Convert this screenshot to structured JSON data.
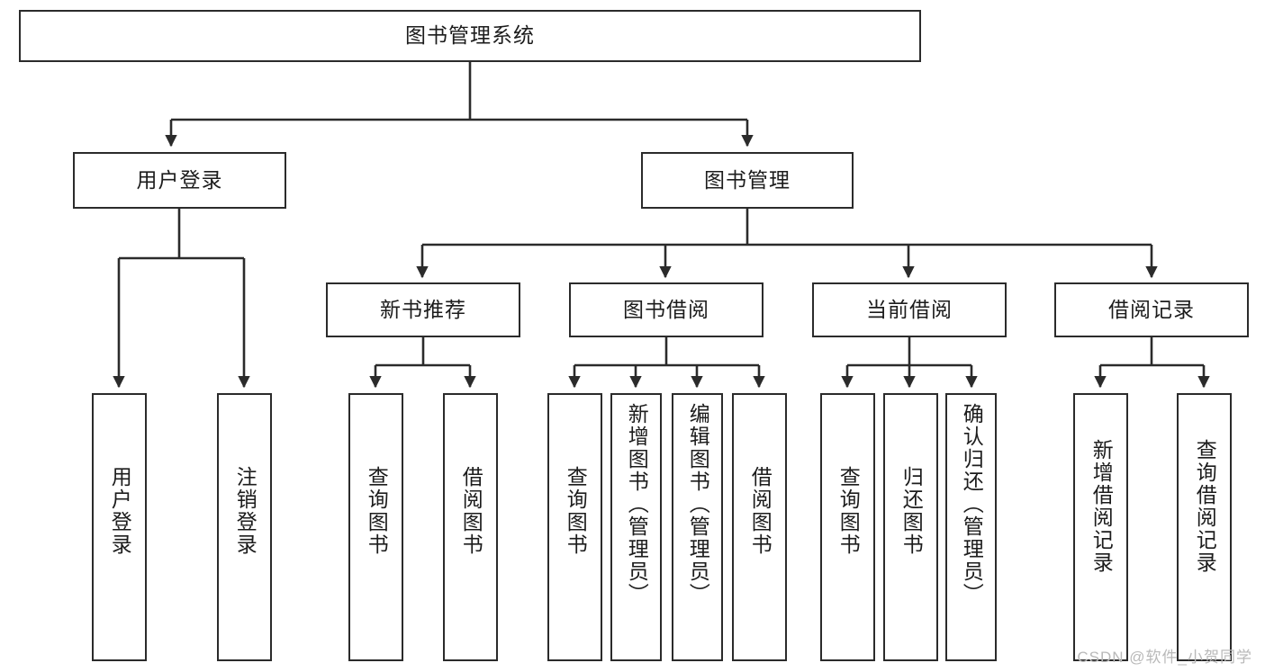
{
  "diagram": {
    "title": "图书管理系统",
    "type": "tree",
    "orientation": "top-down",
    "watermark": "CSDN @软件_小贺同学",
    "colors": {
      "box_border": "#2b2b2b",
      "box_fill": "#ffffff",
      "edge": "#2b2b2b",
      "text": "#1c1c1c",
      "watermark": "#b9b9b9",
      "background": "#ffffff"
    },
    "root": {
      "label": "图书管理系统"
    },
    "level2": [
      {
        "label": "用户登录"
      },
      {
        "label": "图书管理"
      }
    ],
    "level3": [
      {
        "label": "新书推荐"
      },
      {
        "label": "图书借阅"
      },
      {
        "label": "当前借阅"
      },
      {
        "label": "借阅记录"
      }
    ],
    "leaves": {
      "user_login": [
        {
          "label": "用户登录"
        },
        {
          "label": "注销登录"
        }
      ],
      "new_book": [
        {
          "label": "查询图书"
        },
        {
          "label": "借阅图书"
        }
      ],
      "book_borrow": [
        {
          "label": "查询图书"
        },
        {
          "label": "新增图书（管理员）"
        },
        {
          "label": "编辑图书（管理员）"
        },
        {
          "label": "借阅图书"
        }
      ],
      "current_borrow": [
        {
          "label": "查询图书"
        },
        {
          "label": "归还图书"
        },
        {
          "label": "确认归还（管理员）"
        }
      ],
      "borrow_record": [
        {
          "label": "新增借阅记录"
        },
        {
          "label": "查询借阅记录"
        }
      ]
    }
  }
}
